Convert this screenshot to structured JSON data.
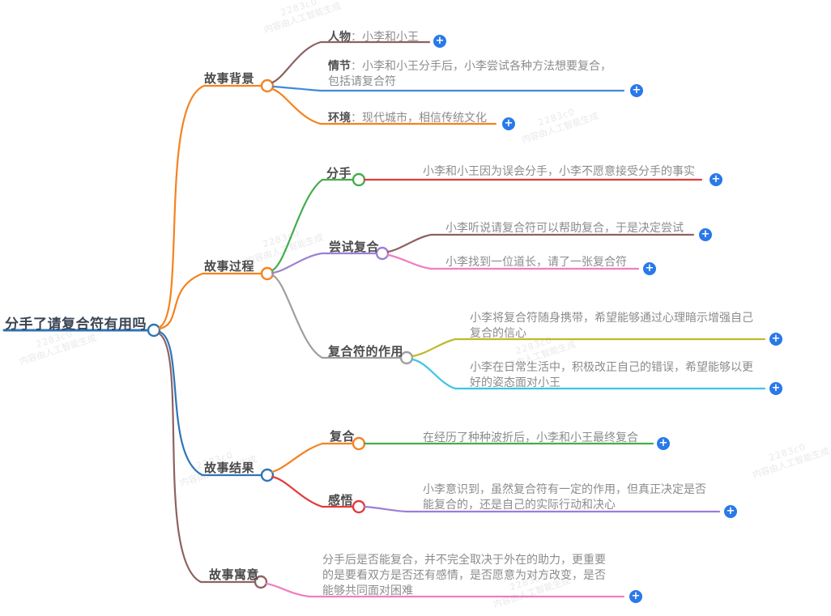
{
  "plus_button": "+",
  "watermark": {
    "code": "2283c0",
    "text": "内容由人工智能生成"
  },
  "mindmap": {
    "root": {
      "label": "分手了请复合符有用吗",
      "color": "#2E75B6"
    },
    "nodes": {
      "bg": {
        "label": "故事背景",
        "color": "#F5821F"
      },
      "guocheng": {
        "label": "故事过程",
        "color": "#F5821F"
      },
      "jieguo": {
        "label": "故事结果",
        "color": "#2E75B6"
      },
      "yuyi": {
        "label": "故事寓意",
        "color": "#8E6260"
      },
      "renwu": {
        "prefix": "人物",
        "sep": "：",
        "lines": [
          "小李和小王"
        ],
        "color": "#8E6260"
      },
      "qingjie": {
        "prefix": "情节",
        "sep": "：",
        "lines": [
          "小李和小王分手后，小李尝试各种方法想要复合，",
          "包括请复合符"
        ],
        "color": "#4189D8"
      },
      "huanjing": {
        "prefix": "环境",
        "sep": "：",
        "lines": [
          "现代城市，相信传统文化"
        ],
        "color": "#F5821F"
      },
      "fenshou": {
        "label": "分手",
        "color": "#44AD4C"
      },
      "fenshou_leaf": {
        "lines": [
          "小李和小王因为误会分手，小李不愿意接受分手的事实"
        ],
        "color": "#E23B3B"
      },
      "changshi": {
        "label": "尝试复合",
        "color": "#9B7FD4"
      },
      "tingshuo": {
        "lines": [
          "小李听说请复合符可以帮助复合，于是决定尝试"
        ],
        "color": "#8E6260"
      },
      "daozhang": {
        "lines": [
          "小李找到一位道长，请了一张复合符"
        ],
        "color": "#F07EC0"
      },
      "zuoyong": {
        "label": "复合符的作用",
        "color": "#9E9E9E"
      },
      "suishen": {
        "lines": [
          "小李将复合符随身携带，希望能够通过心理暗示增强自己",
          "复合的信心"
        ],
        "color": "#C2B82B"
      },
      "richang": {
        "lines": [
          "小李在日常生活中，积极改正自己的错误，希望能够以更",
          "好的姿态面对小王"
        ],
        "color": "#3BC5E4"
      },
      "fuhe": {
        "label": "复合",
        "color": "#F5821F"
      },
      "fuhe_leaf": {
        "lines": [
          "在经历了种种波折后，小李和小王最终复合"
        ],
        "color": "#44AD4C"
      },
      "ganwu": {
        "label": "感悟",
        "color": "#E23B3B"
      },
      "ganwu_leaf": {
        "lines": [
          "小李意识到，虽然复合符有一定的作用，但真正决定是否",
          "能复合的，还是自己的实际行动和决心"
        ],
        "color": "#9B7FD4"
      },
      "yuyi_leaf": {
        "lines": [
          "分手后是否能复合，并不完全取决于外在的助力，更重要",
          "的是要看双方是否还有感情，是否愿意为对方改变，是否",
          "能够共同面对困难"
        ],
        "color": "#F07EC0"
      }
    }
  }
}
